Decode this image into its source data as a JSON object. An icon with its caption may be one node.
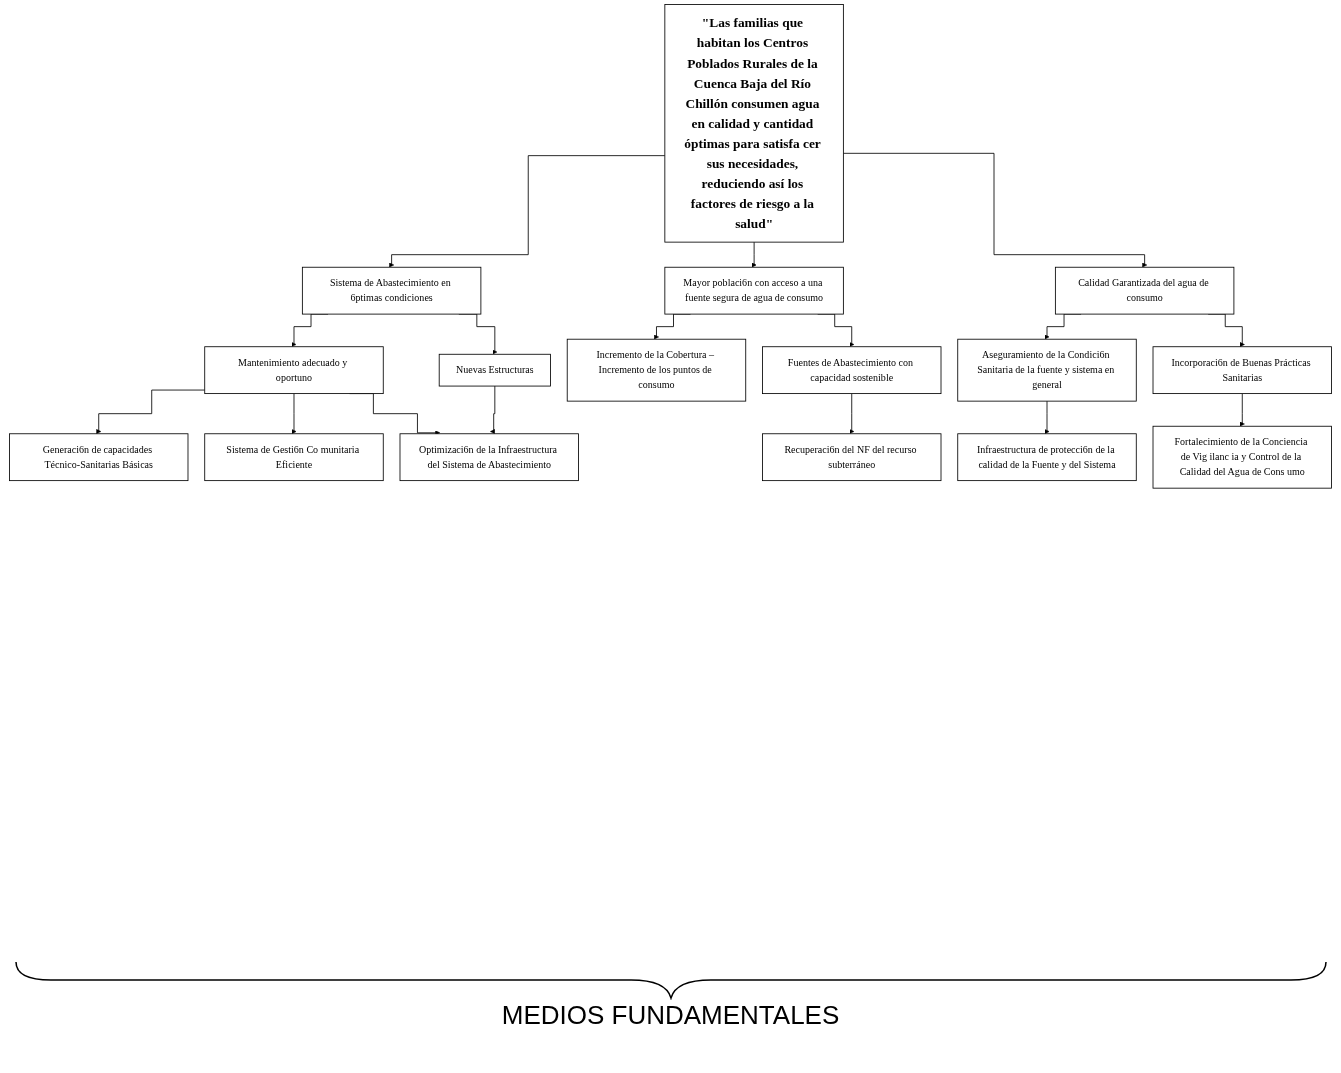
{
  "diagram": {
    "nodes": [
      {
        "text": [
          "\"Las familias que habitan los Centros Poblados Rurales de la Cuenca Baja del Río Chillón consumen agua en calidad y cantidad óptimas para satisfa cer sus necesidades, reduciendo así los factores de riesgo a la salud\""
        ]
      },
      {
        "text": [
          "Sistema de Abastecimiento en 6ptimas condiciones"
        ]
      },
      {
        "text": [
          "Mayor poblaci6n con acceso a una fuente segura de agua de consumo"
        ]
      },
      {
        "text": [
          "Calidad Garantizada del agua de consumo"
        ]
      },
      {
        "text": [
          "Mantenimiento adecuado y oportuno"
        ]
      },
      {
        "text": [
          "Nuevas Estructuras"
        ]
      },
      {
        "text": [
          "Fuentes de Abastecimiento con capacidad sostenible"
        ]
      },
      {
        "text": [
          "Aseguramiento de la Condici6n Sanitaria de la fuente y sistema en general"
        ]
      },
      {
        "text": [
          "Incorporaci6n de Buenas Prácticas Sanitarias"
        ]
      },
      {
        "text": [
          "Generaci6n de capacidades Técnico-Sanitarias Básicas"
        ]
      },
      {
        "text": [
          "Sistema de Gesti6n Co munitaria Eficiente"
        ]
      },
      {
        "text": [
          "Optimizaci6n de la Infraestructura del Sistema de Abastecimiento"
        ]
      },
      {
        "text": [
          "Incremento de la Cobertura – Incremento de los puntos de consumo"
        ]
      },
      {
        "text": [
          "Recuperaci6n del NF del recurso subterráneo"
        ]
      },
      {
        "text": [
          "Infraestructura de protecci6n de la calidad de la Fuente y del Sistema"
        ]
      },
      {
        "text": [
          "Fortalecimiento de la Conciencia de Vig ilanc ia y Control de la Calidad del Agua de Cons umo"
        ]
      }
    ],
    "edges": [
      {
        "from": 0,
        "to": 1,
        "arrow": "to"
      },
      {
        "from": 0,
        "to": 2,
        "arrow": "to"
      },
      {
        "from": 0,
        "to": 3,
        "arrow": "to"
      },
      {
        "from": 1,
        "to": 4,
        "arrow": "to"
      },
      {
        "from": 1,
        "to": 5,
        "arrow": "to"
      },
      {
        "from": 4,
        "to": 9,
        "arrow": "to"
      },
      {
        "from": 4,
        "to": 10,
        "arrow": "to"
      },
      {
        "from": 4,
        "to": 11,
        "arrow": "to"
      },
      {
        "from": 5,
        "to": 11,
        "arrow": "to"
      },
      {
        "from": 2,
        "to": 12,
        "arrow": "to"
      },
      {
        "from": 2,
        "to": 6,
        "arrow": "to"
      },
      {
        "from": 6,
        "to": 13,
        "arrow": "to"
      },
      {
        "from": 3,
        "to": 7,
        "arrow": "to"
      },
      {
        "from": 3,
        "to": 8,
        "arrow": "to"
      },
      {
        "from": 7,
        "to": 14,
        "arrow": "to"
      },
      {
        "from": 8,
        "to": 15,
        "arrow": "to"
      }
    ],
    "labels": [
      "MEDIOS FUNDAMENTALES"
    ]
  }
}
